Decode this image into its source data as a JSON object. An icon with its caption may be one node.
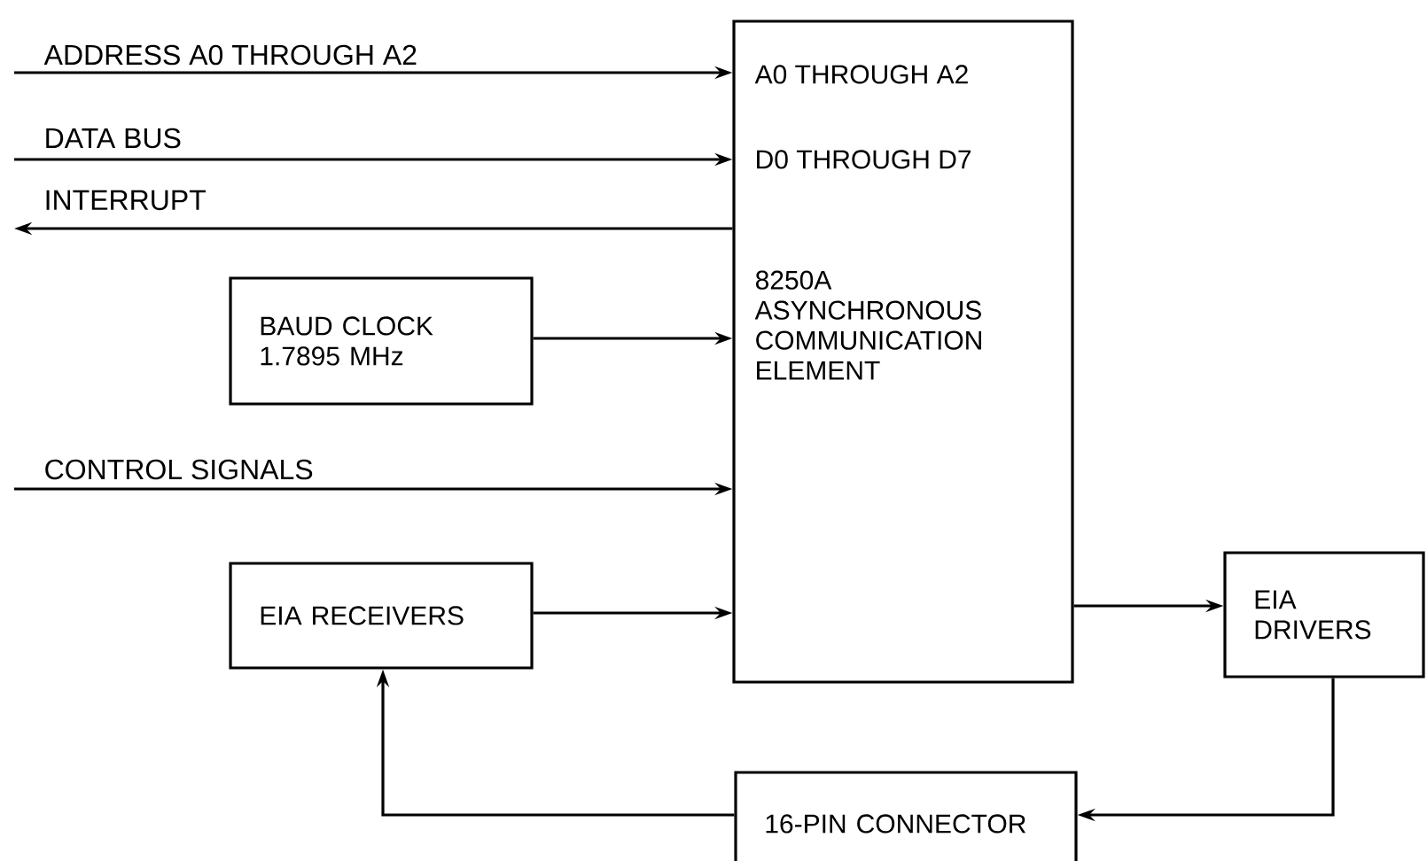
{
  "diagram": {
    "nodes": [
      {
        "text": [
          "A0 THROUGH A2",
          "D0 THROUGH D7",
          "8250A ASYNCHRONOUS COMMUNICATION ELEMENT"
        ]
      },
      {
        "text": [
          "BAUD CLOCK 1.7895 MHz"
        ]
      },
      {
        "text": [
          "EIA RECEIVERS"
        ]
      },
      {
        "text": [
          "EIA DRIVERS"
        ]
      },
      {
        "text": [
          "16-PIN CONNECTOR"
        ]
      }
    ],
    "edges": [
      {
        "from": null,
        "to": 0,
        "arrow": "to",
        "label": "ADDRESS A0 THROUGH A2"
      },
      {
        "from": null,
        "to": 0,
        "arrow": "to",
        "label": "DATA BUS"
      },
      {
        "from": 0,
        "to": null,
        "arrow": "to",
        "label": "INTERRUPT"
      },
      {
        "from": 1,
        "to": 0,
        "arrow": "to"
      },
      {
        "from": null,
        "to": 0,
        "arrow": "to",
        "label": "CONTROL SIGNALS"
      },
      {
        "from": 2,
        "to": 0,
        "arrow": "to"
      },
      {
        "from": 0,
        "to": 3,
        "arrow": "to"
      },
      {
        "from": 3,
        "to": 4,
        "arrow": "to"
      },
      {
        "from": 4,
        "to": 2,
        "arrow": "to"
      }
    ]
  }
}
